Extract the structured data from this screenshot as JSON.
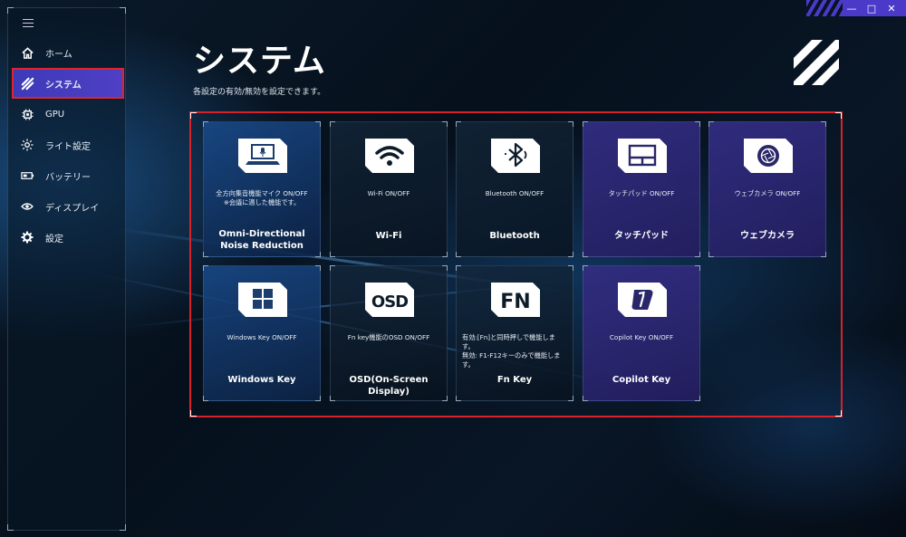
{
  "window": {
    "controls": [
      "—",
      "□",
      "✕"
    ]
  },
  "sidebar": {
    "menu_icon": "hamburger-icon",
    "items": [
      {
        "label": "ホーム",
        "icon": "home-icon",
        "active": false
      },
      {
        "label": "システム",
        "icon": "system-icon",
        "active": true
      },
      {
        "label": "GPU",
        "icon": "gpu-chip-icon",
        "active": false
      },
      {
        "label": "ライト設定",
        "icon": "light-icon",
        "active": false
      },
      {
        "label": "バッテリー",
        "icon": "battery-icon",
        "active": false
      },
      {
        "label": "ディスプレイ",
        "icon": "display-eye-icon",
        "active": false
      },
      {
        "label": "設定",
        "icon": "gear-icon",
        "active": false
      }
    ]
  },
  "main": {
    "title": "システム",
    "subtitle": "各設定の有効/無効を設定できます。",
    "tiles": [
      {
        "name": "Omni-Directional Noise Reduction",
        "desc": "全方向集音機能マイク ON/OFF\n※会議に適した機能です。",
        "icon": "laptop-mic-icon",
        "style": "blue"
      },
      {
        "name": "Wi-Fi",
        "desc": "Wi-Fi ON/OFF",
        "icon": "wifi-icon",
        "style": "dark"
      },
      {
        "name": "Bluetooth",
        "desc": "Bluetooth ON/OFF",
        "icon": "bluetooth-icon",
        "style": "dark"
      },
      {
        "name": "タッチパッド",
        "desc": "タッチパッド ON/OFF",
        "icon": "touchpad-icon",
        "style": "purple"
      },
      {
        "name": "ウェブカメラ",
        "desc": "ウェブカメラ ON/OFF",
        "icon": "camera-shutter-icon",
        "style": "purple"
      },
      {
        "name": "Windows Key",
        "desc": "Windows Key ON/OFF",
        "icon": "windows-key-icon",
        "style": "blue"
      },
      {
        "name": "OSD(On-Screen Display)",
        "desc": "Fn key機能のOSD ON/OFF",
        "icon": "osd-icon",
        "style": "dark"
      },
      {
        "name": "Fn Key",
        "desc": "有効:[Fn]と同時押しで機能します。\n無効: F1-F12キーのみで機能しま す。",
        "icon": "fn-key-icon",
        "style": "dark"
      },
      {
        "name": "Copilot Key",
        "desc": "Copilot Key ON/OFF",
        "icon": "copilot-key-icon",
        "style": "purple"
      }
    ]
  },
  "colors": {
    "accent_purple": "#4b39c9",
    "highlight_red": "#d8222a",
    "background": "#06101c"
  }
}
